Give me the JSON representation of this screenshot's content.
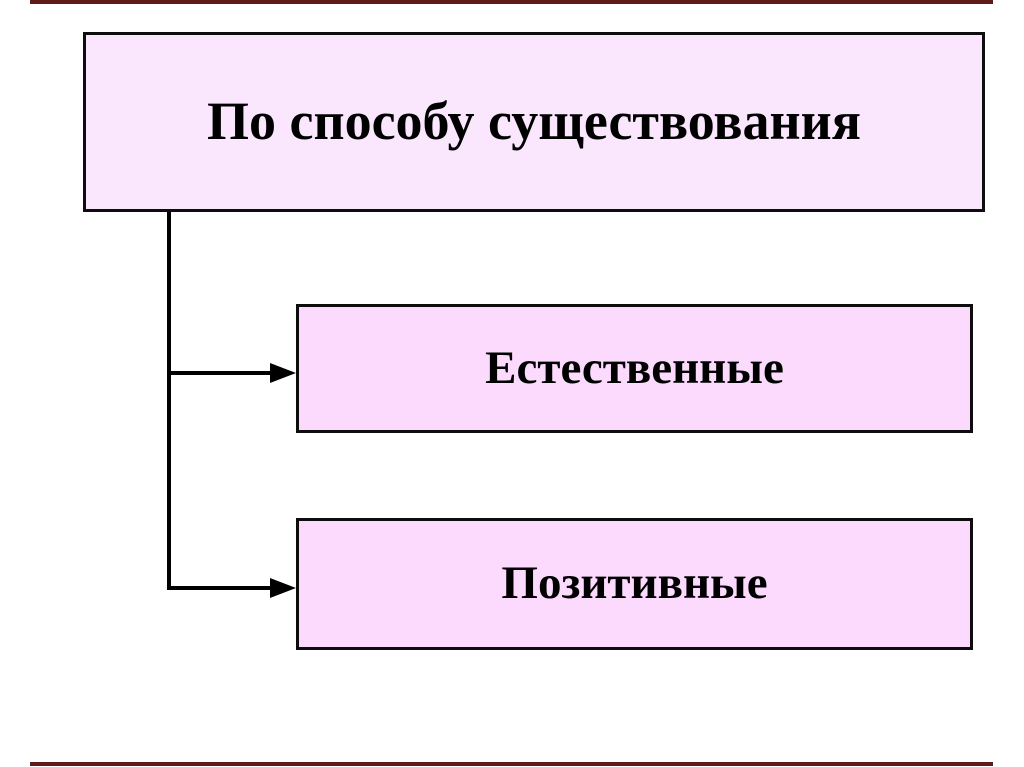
{
  "diagram": {
    "root_label": "По способу существования",
    "children": [
      {
        "label": "Естественные"
      },
      {
        "label": "Позитивные"
      }
    ],
    "colors": {
      "background": "#ffffff",
      "root_box_fill": "#fae7fe",
      "child_box_fill": "#fbdafd",
      "box_border": "#0d0d0d",
      "connector": "#000000",
      "frame_bar": "#5f1a1a",
      "text": "#000000"
    }
  }
}
